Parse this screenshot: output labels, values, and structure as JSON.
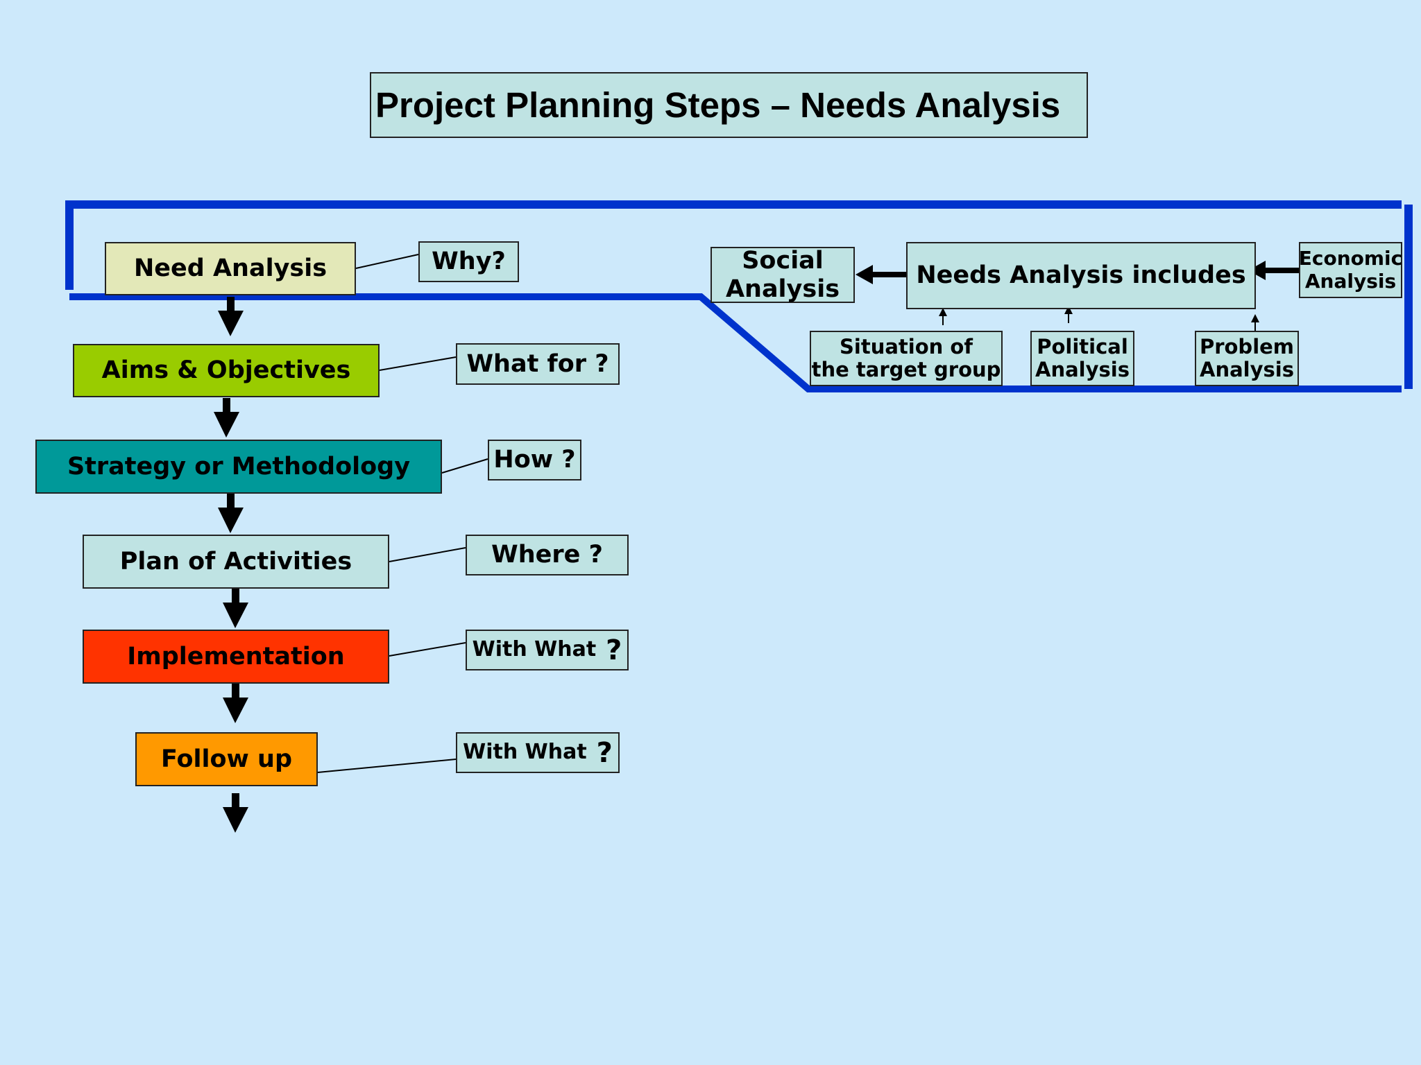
{
  "title": "Project Planning Steps – Needs Analysis",
  "steps": [
    {
      "label": "Need Analysis",
      "question": "Why?",
      "color": "#e3e8b8"
    },
    {
      "label": "Aims & Objectives",
      "question": "What for ?",
      "color": "#99cc00"
    },
    {
      "label": "Strategy or Methodology",
      "question": "How ?",
      "color": "#009999"
    },
    {
      "label": "Plan of Activities",
      "question": "Where ?",
      "color": "#bfe3e3"
    },
    {
      "label": "Implementation",
      "question": "With What",
      "color": "#ff3300"
    },
    {
      "label": "Follow up",
      "question": "With What",
      "color": "#ff9900"
    }
  ],
  "question_mark": "?",
  "needs_analysis": {
    "center": "Needs Analysis includes",
    "social": [
      "Social",
      "Analysis"
    ],
    "economic": [
      "Economic",
      "Analysis"
    ],
    "situation": [
      "Situation of",
      "the target group"
    ],
    "political": [
      "Political",
      "Analysis"
    ],
    "problem": [
      "Problem",
      "Analysis"
    ]
  },
  "colors": {
    "background": "#cde9fb",
    "frame": "#0033cc",
    "box_fill": "#bfe3e3"
  }
}
